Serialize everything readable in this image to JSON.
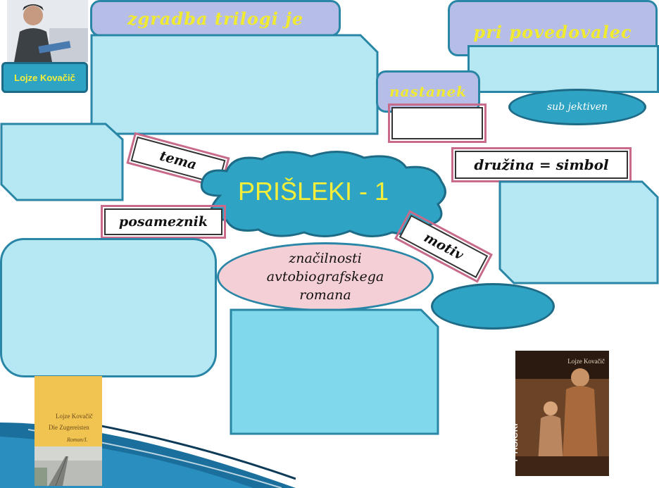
{
  "title": "PRIŠLEKI - 1",
  "author_label": "Lojze Kovačič",
  "headers": {
    "structure": "zgradba trilogi je",
    "narrator": "pri povedovalec",
    "origin": "nastanek"
  },
  "narrator_type": "sub jektiven",
  "tags": {
    "theme": "tema",
    "individual": "posameznik",
    "family": "družina = simbol",
    "motif": "motiv"
  },
  "features_label": "značilnosti avtobiografskega romana",
  "book_left": {
    "author": "Lojze Kovačič",
    "title": "Die Zugereisten",
    "subtitle": "Roman/I."
  },
  "book_right": {
    "author": "Lojze Kovačič",
    "title": "Prišleki"
  },
  "colors": {
    "accent_teal": "#2ea3c3",
    "box_fill": "#b6e8f3",
    "header_fill": "#b6bde6",
    "header_text": "#f0ea30",
    "pink_oval": "#f5cfd6"
  }
}
